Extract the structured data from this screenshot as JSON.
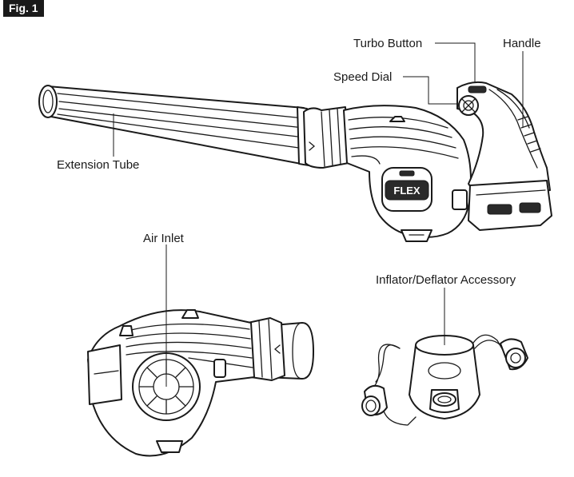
{
  "figure": {
    "badge": "Fig. 1"
  },
  "brand": "FLEX",
  "callouts": {
    "turbo_button": "Turbo Button",
    "handle": "Handle",
    "speed_dial": "Speed Dial",
    "extension_tube": "Extension Tube",
    "air_inlet": "Air Inlet",
    "inflator_deflator": "Inflator/Deflator Accessory"
  },
  "icons": {
    "blower": "leaf-blower-illustration",
    "inlet_closeup": "air-inlet-closeup-illustration",
    "accessory": "inflator-deflator-accessory-illustration"
  }
}
